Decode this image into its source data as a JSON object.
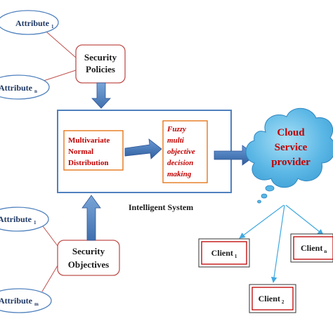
{
  "attributes": {
    "attr1": "Attribute",
    "attr1_sub": "1",
    "attrn": "Attribute",
    "attrn_sub": "n",
    "attr1b": "Attribute",
    "attr1b_sub": "1",
    "attrm": "Attribute",
    "attrm_sub": "m"
  },
  "policies": {
    "line1": "Security",
    "line2": "Policies"
  },
  "objectives": {
    "line1": "Security",
    "line2": "Objectives"
  },
  "system": {
    "label": "Intelligent System",
    "mvn_line1": "Multivariate",
    "mvn_line2": "Normal",
    "mvn_line3": "Distribution",
    "fuzzy_line1": "Fuzzy",
    "fuzzy_line2": "multi",
    "fuzzy_line3": "objective",
    "fuzzy_line4": "decision",
    "fuzzy_line5": "making"
  },
  "cloud": {
    "line1": "Cloud",
    "line2": "Service",
    "line3": "provider"
  },
  "clients": {
    "c1": "Client",
    "c1_sub": "1",
    "cn": "Client",
    "cn_sub": "n",
    "c2": "Client",
    "c2_sub": "2"
  },
  "colors": {
    "ellipse_stroke": "#4f81bd",
    "label_blue": "#1f3864",
    "policy_stroke": "#c0504d",
    "inner_stroke": "#e36c09",
    "red_text": "#c00000",
    "arrow_blue": "#4f81bd",
    "cloud_fill": "#5bb7e5",
    "client_line": "#40a8e0"
  }
}
